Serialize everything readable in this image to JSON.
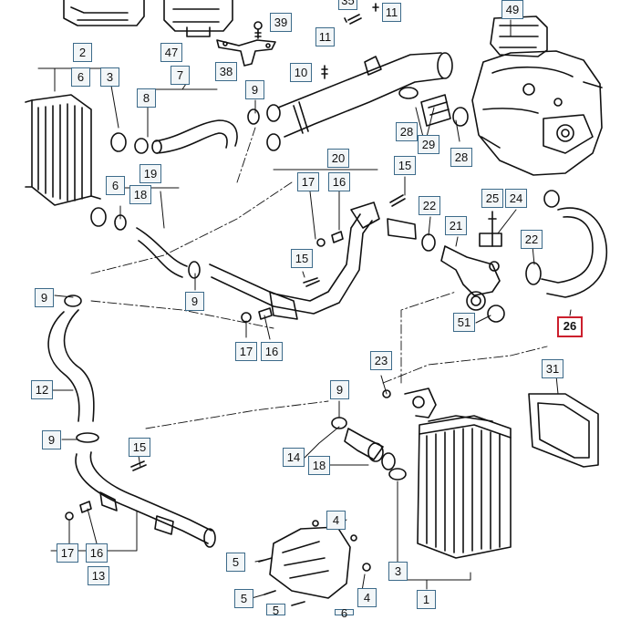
{
  "diagram": {
    "colors": {
      "line": "#111111",
      "callout_border": "#3d6b8a",
      "callout_fill": "#f2f6f8",
      "highlight": "#cc1f2d"
    },
    "selected_part": "26",
    "callouts": {
      "c35": "35",
      "c11a": "11",
      "c49": "49",
      "c39": "39",
      "c47": "47",
      "c38": "38",
      "c11b": "11",
      "c10": "10",
      "c2": "2",
      "c6a": "6",
      "c3a": "3",
      "c7": "7",
      "c8": "8",
      "c9a": "9",
      "c28a": "28",
      "c29": "29",
      "c28b": "28",
      "c20": "20",
      "c17a": "17",
      "c16a": "16",
      "c15a": "15",
      "c19": "19",
      "c6b": "6",
      "c18a": "18",
      "c22a": "22",
      "c25": "25",
      "c24": "24",
      "c21": "21",
      "c22b": "22",
      "c15b": "15",
      "c9b": "9",
      "c9c": "9",
      "c51": "51",
      "c26": "26",
      "c17b": "17",
      "c16b": "16",
      "c12": "12",
      "c23": "23",
      "c31": "31",
      "c9d": "9",
      "c9e": "9",
      "c15c": "15",
      "c14": "14",
      "c18b": "18",
      "c17c": "17",
      "c16c": "16",
      "c13": "13",
      "c4a": "4",
      "c5a": "5",
      "c3b": "3",
      "c5b": "5",
      "c4b": "4",
      "c1": "1",
      "c5c": "5",
      "c6c": "6"
    }
  }
}
